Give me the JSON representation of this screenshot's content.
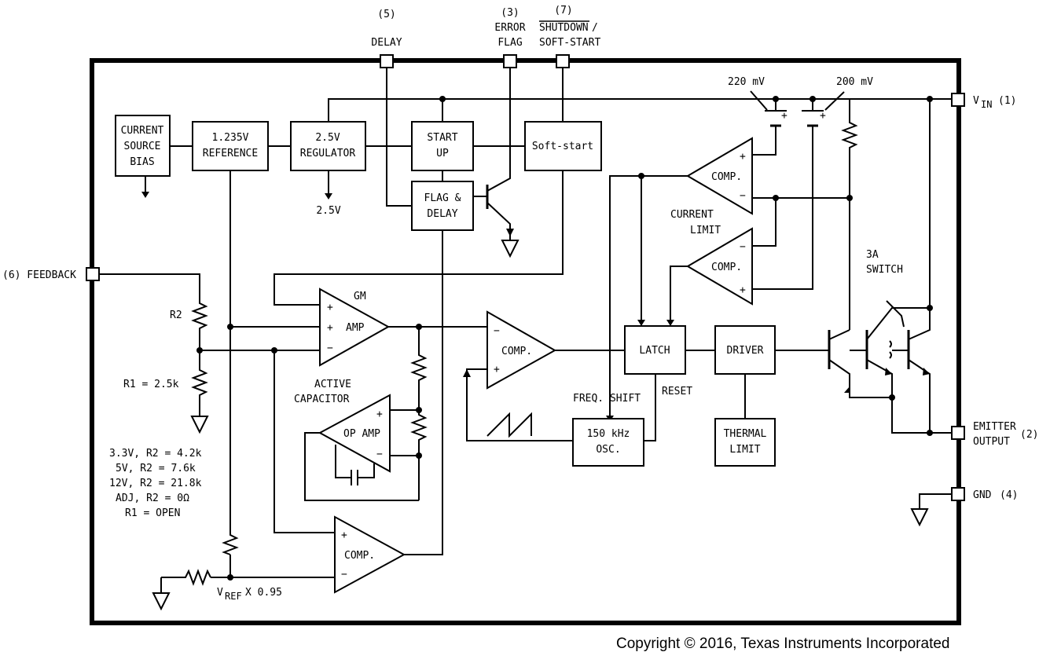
{
  "pins": {
    "delay_num": "(5)",
    "delay": "DELAY",
    "error_flag_num": "(3)",
    "error_flag_1": "ERROR",
    "error_flag_2": "FLAG",
    "shutdown_num": "(7)",
    "shutdown": "SHUTDOWN",
    "shutdown_slash": "/",
    "soft_start_pin": "SOFT-START",
    "vin": "V",
    "vin_sub": "IN",
    "vin_num": "(1)",
    "emitter_1": "EMITTER",
    "emitter_2": "OUTPUT",
    "emitter_num": "(2)",
    "gnd": "GND",
    "gnd_num": "(4)",
    "feedback": "(6) FEEDBACK"
  },
  "blocks": {
    "current_source_1": "CURRENT",
    "current_source_2": "SOURCE",
    "current_source_3": "BIAS",
    "reference_1": "1.235V",
    "reference_2": "REFERENCE",
    "regulator_1": "2.5V",
    "regulator_2": "REGULATOR",
    "regulator_out": "2.5V",
    "startup_1": "START",
    "startup_2": "UP",
    "flag_delay_1": "FLAG &",
    "flag_delay_2": "DELAY",
    "soft_start": "Soft-start",
    "latch": "LATCH",
    "driver": "DRIVER",
    "thermal_1": "THERMAL",
    "thermal_2": "LIMIT",
    "osc_1": "150 kHz",
    "osc_2": "OSC."
  },
  "amps": {
    "gm_1": "GM",
    "gm_2": "AMP",
    "comp": "COMP.",
    "op_amp": "OP AMP",
    "plus": "+",
    "minus": "−"
  },
  "labels": {
    "v220": "220 mV",
    "v200": "200 mV",
    "current_limit_1": "CURRENT",
    "current_limit_2": "LIMIT",
    "switch_1": "3A",
    "switch_2": "SWITCH",
    "active_cap_1": "ACTIVE",
    "active_cap_2": "CAPACITOR",
    "freq_shift": "FREQ.  SHIFT",
    "reset": "RESET",
    "r2": "R2",
    "r1": "R1 = 2.5k",
    "vref_main": "V",
    "vref_sub": "REF",
    "vref_tail": " X 0.95",
    "opt_1": "3.3V, R2 = 4.2k",
    "opt_2": "5V, R2 = 7.6k",
    "opt_3": "12V, R2 = 21.8k",
    "opt_4": "ADJ, R2 = 0Ω",
    "opt_5": "R1 = OPEN"
  },
  "copyright": "Copyright © 2016, Texas Instruments Incorporated"
}
